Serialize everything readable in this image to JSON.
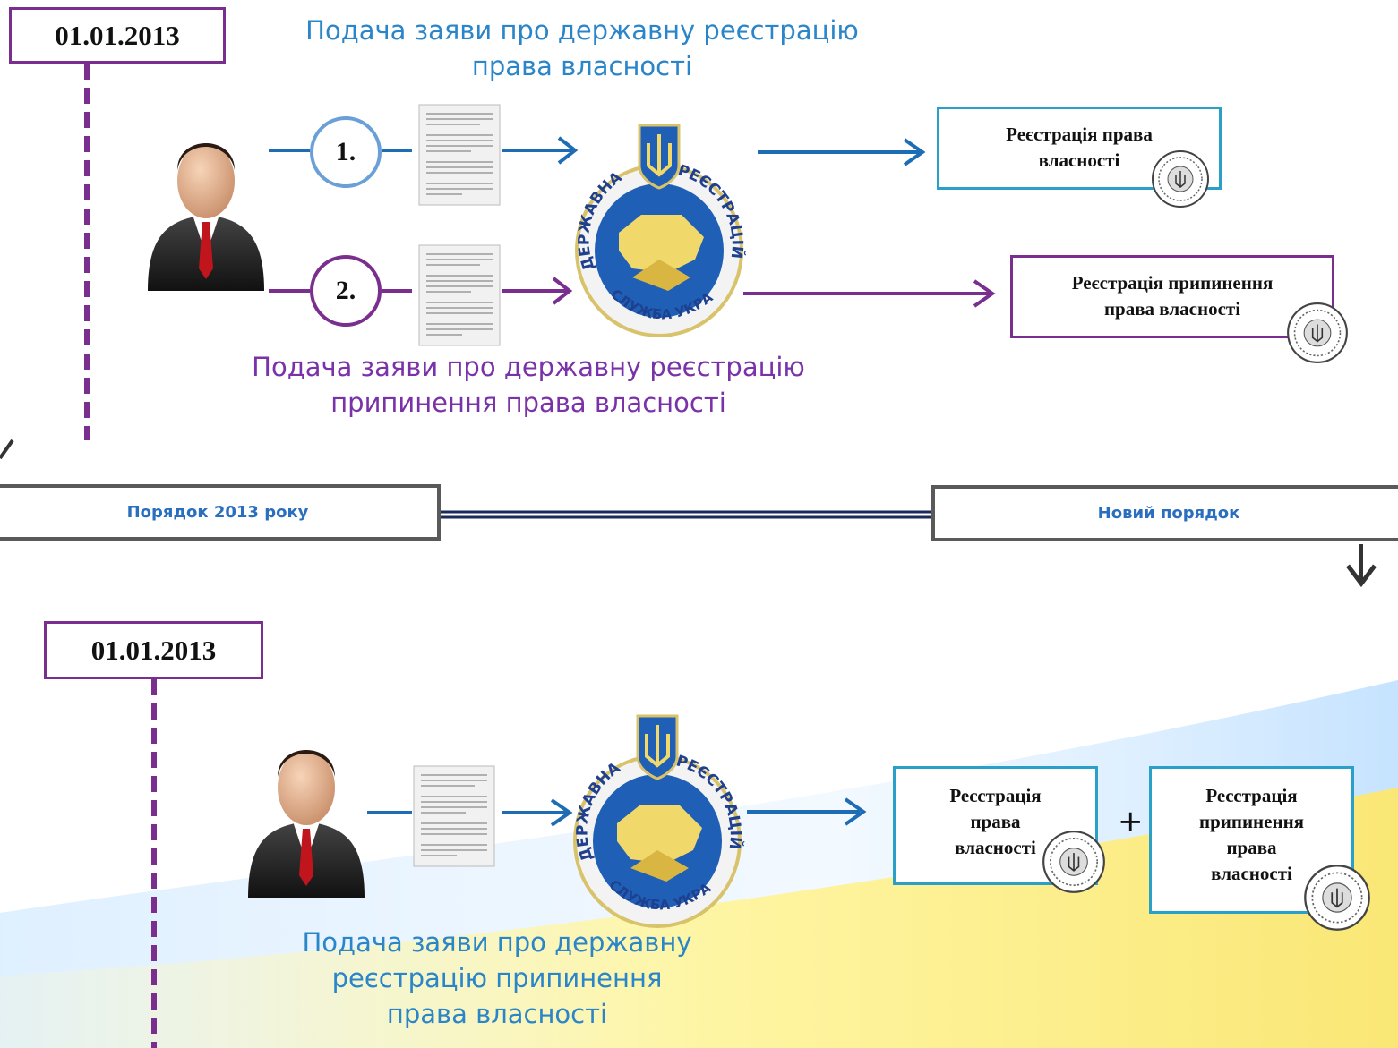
{
  "colors": {
    "blue": "#1e6db4",
    "purple": "#7a2f8e",
    "caption_blue": "#2a85c9",
    "caption_purple": "#7a32a8",
    "box_blue": "#2aa0c8",
    "timeline_gray": "#5a5a5a"
  },
  "old_procedure": {
    "date": "01.01.2013",
    "caption_top": [
      "Подача заяви про державну реєстрацію",
      "права власності"
    ],
    "step1_label": "1.",
    "step2_label": "2.",
    "result1": [
      "Реєстрація права",
      "власності"
    ],
    "result2": [
      "Реєстрація припинення",
      "права власності"
    ],
    "caption_bottom": [
      "Подача заяви про державну реєстрацію",
      "припинення права власності"
    ]
  },
  "timeline": {
    "left_tab": "Порядок 2013 року",
    "right_tab": "Новий порядок"
  },
  "new_procedure": {
    "date": "01.01.2013",
    "result1": [
      "Реєстрація",
      "права",
      "власності"
    ],
    "plus": "+",
    "result2": [
      "Реєстрація",
      "припинення",
      "права",
      "власності"
    ],
    "caption": [
      "Подача заяви про державну",
      "реєстрацію припинення",
      "права власності"
    ]
  },
  "icons": [
    "person-icon",
    "document-icon",
    "agency-emblem-icon",
    "seal-stamp-icon",
    "trident-icon"
  ],
  "emblem_text": {
    "left": "ДЕРЖАВНА",
    "right": "РЕЄСТРАЦІЙНА",
    "bottom": "СЛУЖБА УКРАЇНИ"
  }
}
